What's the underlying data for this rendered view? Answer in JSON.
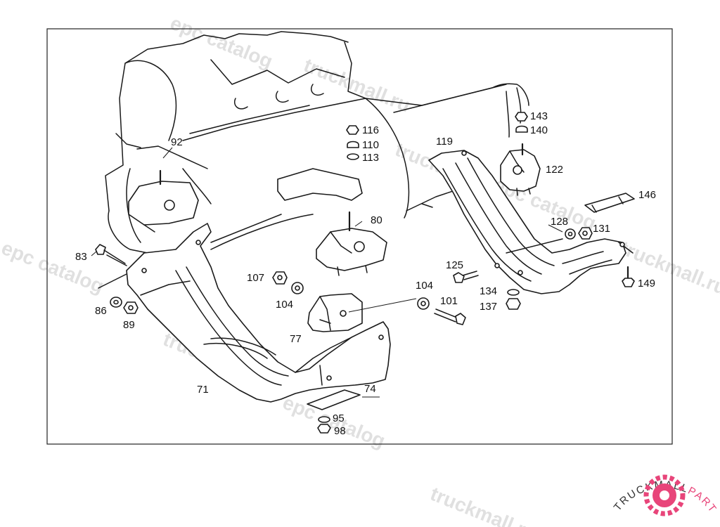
{
  "watermark": {
    "tokens": [
      "truckmall.ru",
      "epc catalog"
    ],
    "color": "#c8c8c8"
  },
  "callouts": {
    "c92": "92",
    "c83": "83",
    "c86": "86",
    "c89": "89",
    "c71": "71",
    "c74": "74",
    "c95": "95",
    "c98": "98",
    "c77": "77",
    "c107": "107",
    "c104a": "104",
    "c104b": "104",
    "c101": "101",
    "c80": "80",
    "c116": "116",
    "c110": "110",
    "c113": "113",
    "c119": "119",
    "c143": "143",
    "c140": "140",
    "c122": "122",
    "c146": "146",
    "c128": "128",
    "c131": "131",
    "c125": "125",
    "c134": "134",
    "c137": "137",
    "c149": "149"
  },
  "logo": {
    "part1": "TRUCKMALL",
    "part2": "PARTS",
    "color1": "#333333",
    "color2": "#e8457a"
  }
}
